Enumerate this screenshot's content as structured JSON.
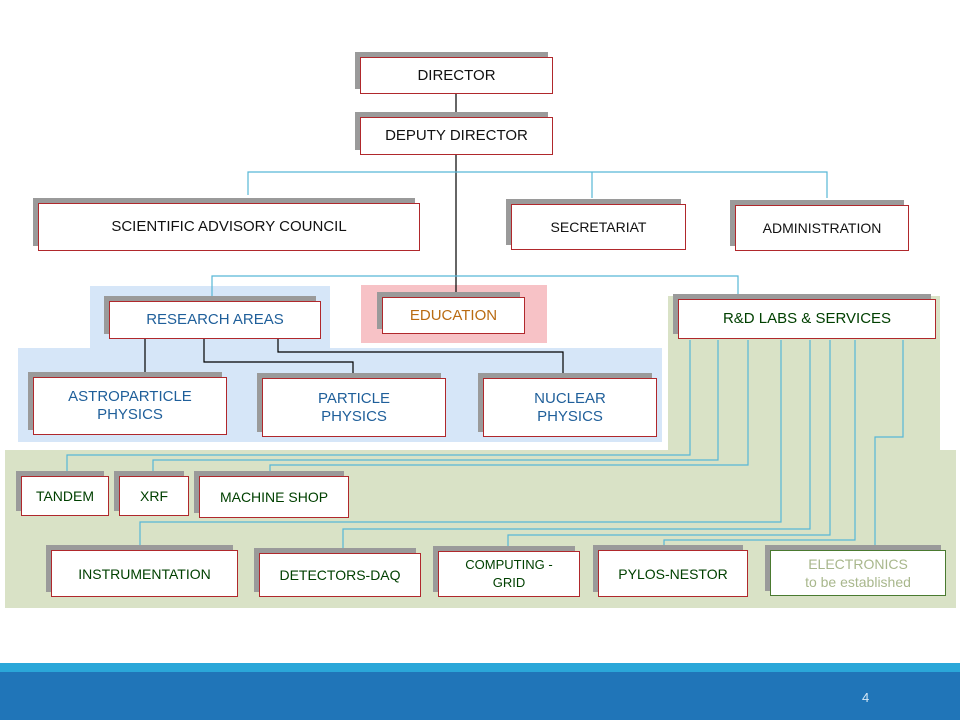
{
  "org_chart": {
    "director": "DIRECTOR",
    "deputy_director": "DEPUTY DIRECTOR",
    "scientific_advisory_council": "SCIENTIFIC ADVISORY COUNCIL",
    "secretariat": "SECRETARIAT",
    "administration": "ADMINISTRATION",
    "research_areas": "RESEARCH AREAS",
    "education": "EDUCATION",
    "rd_labs_services": "R&D LABS & SERVICES",
    "astroparticle_physics": "ASTROPARTICLE\nPHYSICS",
    "particle_physics": "PARTICLE\nPHYSICS",
    "nuclear_physics": "NUCLEAR\nPHYSICS",
    "tandem": "TANDEM",
    "xrf": "XRF",
    "machine_shop": "MACHINE SHOP",
    "instrumentation": "INSTRUMENTATION",
    "detectors_daq": "DETECTORS-DAQ",
    "computing_grid": "COMPUTING -\nGRID",
    "pylos_nestor": "PYLOS-NESTOR",
    "electronics": "ELECTRONICS",
    "electronics_note": "to be established"
  },
  "footer": {
    "page_number": "4"
  },
  "colors": {
    "box_border": "#b0282c",
    "research_panel": "#d6e6f8",
    "labs_panel": "#d9e2c6",
    "education_panel": "#f7c2c6",
    "connector_blue": "#57b7d6",
    "footer_blue": "#2075b8"
  }
}
